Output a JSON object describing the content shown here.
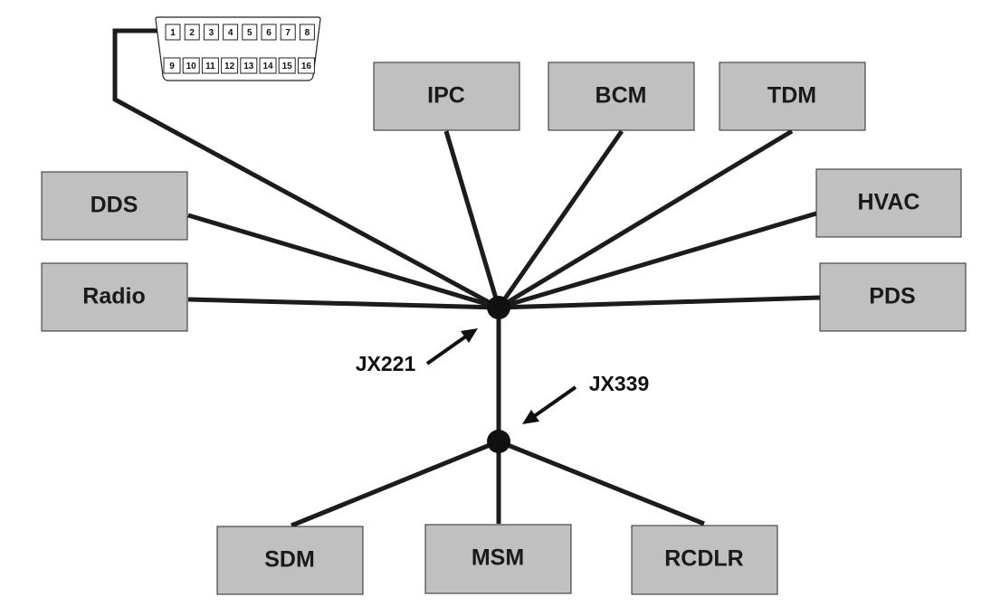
{
  "modules": {
    "ipc": "IPC",
    "bcm": "BCM",
    "tdm": "TDM",
    "dds": "DDS",
    "hvac": "HVAC",
    "radio": "Radio",
    "pds": "PDS",
    "sdm": "SDM",
    "msm": "MSM",
    "rcdlr": "RCDLR"
  },
  "junctions": {
    "jx221": "JX221",
    "jx339": "JX339"
  },
  "connector": {
    "top_pins": [
      "1",
      "2",
      "3",
      "4",
      "5",
      "6",
      "7",
      "8"
    ],
    "bottom_pins": [
      "9",
      "10",
      "11",
      "12",
      "13",
      "14",
      "15",
      "16"
    ]
  }
}
